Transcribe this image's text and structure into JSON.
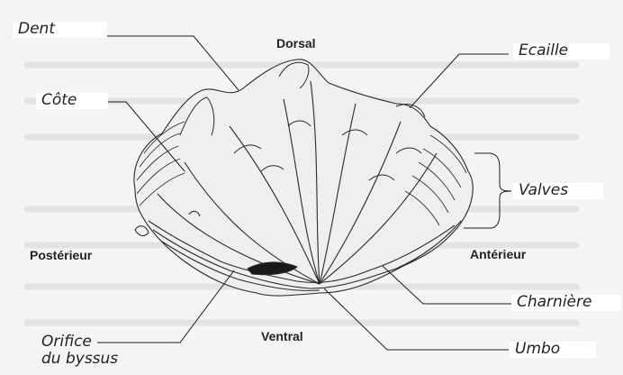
{
  "labels": {
    "dent": "Dent",
    "dorsal": "Dorsal",
    "ecaille": "Ecaille",
    "cote": "Côte",
    "valves": "Valves",
    "posterieur": "Postérieur",
    "anterieur": "Antérieur",
    "charniere": "Charnière",
    "ventral": "Ventral",
    "orifice_line1": "Orifice",
    "orifice_line2": "du byssus",
    "umbo": "Umbo"
  }
}
